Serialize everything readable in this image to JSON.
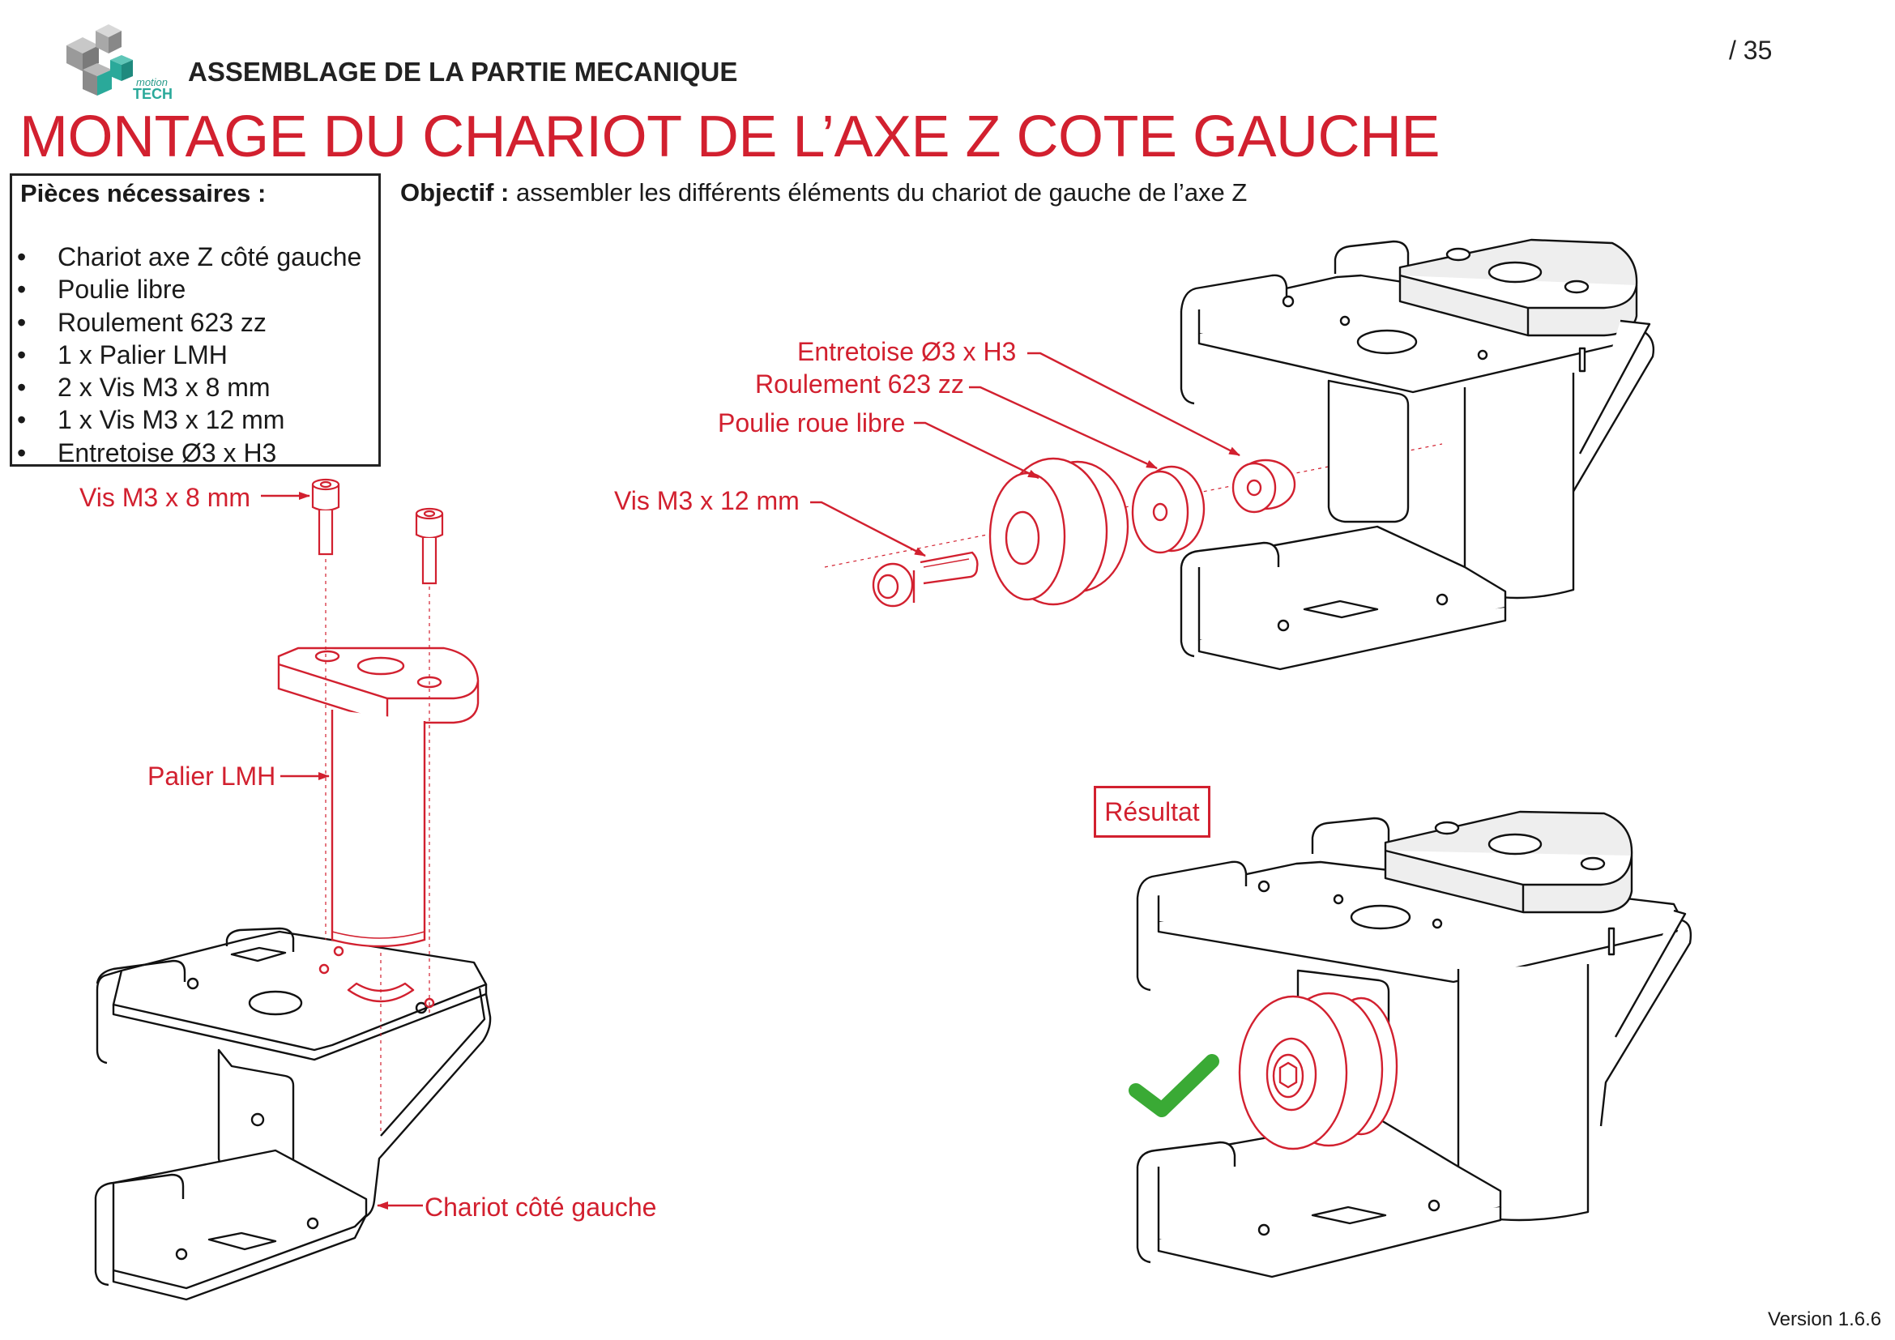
{
  "header": {
    "logo_text_small": "motion",
    "logo_text_big": "TECH",
    "section_title": "ASSEMBLAGE DE LA PARTIE MECANIQUE",
    "page_number": "/ 35"
  },
  "title": "MONTAGE DU CHARIOT DE L’AXE Z COTE GAUCHE",
  "parts": {
    "heading": "Pièces nécessaires :",
    "bullet": "•",
    "items": [
      "Chariot axe Z côté gauche",
      "Poulie libre",
      "Roulement 623 zz",
      "1 x Palier LMH",
      "2 x Vis M3 x 8 mm",
      "1 x Vis M3 x 12 mm",
      "Entretoise Ø3 x H3"
    ]
  },
  "objective": {
    "label": "Objectif :",
    "text": "assembler les différents éléments du chariot de gauche de l’axe Z"
  },
  "labels": {
    "vis_m3_8": "Vis M3 x 8 mm",
    "palier_lmh": "Palier LMH",
    "chariot_cote_gauche": "Chariot côté gauche",
    "entretoise": "Entretoise Ø3 x H3",
    "roulement": "Roulement 623 zz",
    "poulie": "Poulie roue libre",
    "vis_m3_12": "Vis M3 x 12 mm",
    "resultat": "Résultat"
  },
  "colors": {
    "accent_red": "#d2202f",
    "check_green": "#3aaa35",
    "logo_teal": "#2aa99a"
  },
  "footer": {
    "version": "Version 1.6.6"
  }
}
